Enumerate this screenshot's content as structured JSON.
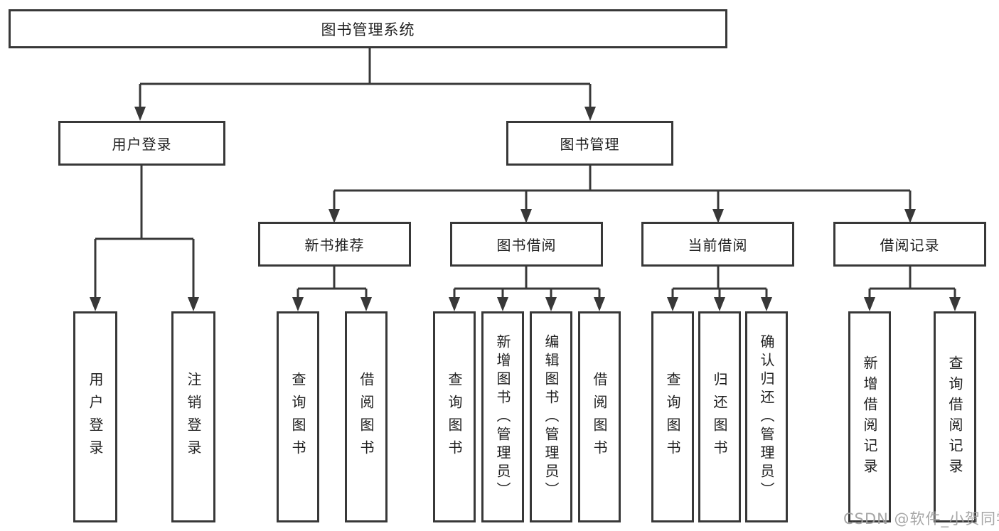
{
  "diagram_title": "图书管理系统",
  "nodes": {
    "root": "图书管理系统",
    "level2": [
      "用户登录",
      "图书管理"
    ],
    "level3": [
      "新书推荐",
      "图书借阅",
      "当前借阅",
      "借阅记录"
    ],
    "leaves_user_login": [
      "用户登录",
      "注销登录"
    ],
    "leaves_new_books": [
      "查询图书",
      "借阅图书"
    ],
    "leaves_book_borrow": [
      "查询图书",
      "新增图书（管理员）",
      "编辑图书（管理员）",
      "借阅图书"
    ],
    "leaves_current_borrow": [
      "查询图书",
      "归还图书",
      "确认归还（管理员）"
    ],
    "leaves_borrow_records": [
      "新增借阅记录",
      "查询借阅记录"
    ]
  },
  "watermark": "CSDN @软件_小贺同学",
  "colors": {
    "line": "#383838",
    "text": "#1f1f1f",
    "watermark": "#9e9e9e",
    "background": "#ffffff"
  }
}
